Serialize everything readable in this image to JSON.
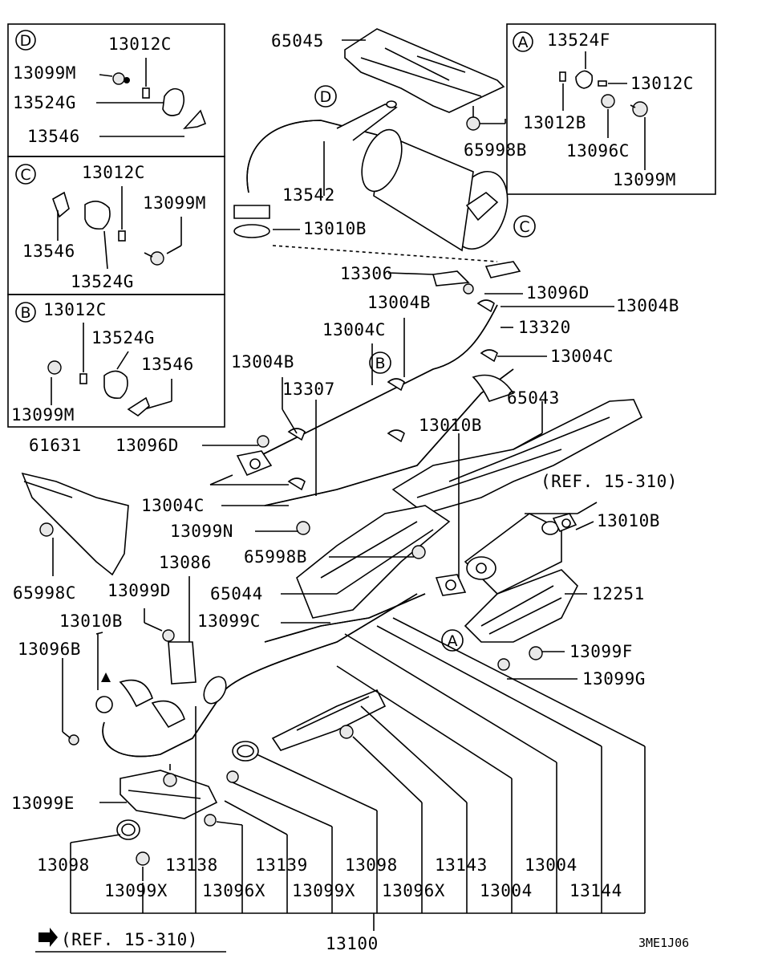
{
  "diagram": {
    "code": "3ME1J06",
    "ref_bottom": "(REF. 15-310)",
    "ref_right": "(REF. 15-310)",
    "assembly_label": "13100",
    "detail_views": {
      "D": {
        "letter": "D",
        "parts": [
          "13012C",
          "13099M",
          "13524G",
          "13546"
        ]
      },
      "C": {
        "letter": "C",
        "parts": [
          "13012C",
          "13099M",
          "13546",
          "13524G"
        ]
      },
      "B": {
        "letter": "B",
        "parts": [
          "13012C",
          "13524G",
          "13546",
          "13099M"
        ]
      },
      "A": {
        "letter": "A",
        "parts": [
          "13524F",
          "13012C",
          "13012B",
          "13096C",
          "13099M"
        ]
      }
    },
    "callouts": {
      "c65045": "65045",
      "c65998B_top": "65998B",
      "c13542": "13542",
      "c13010B_top": "13010B",
      "c13306": "13306",
      "c13096D_r": "13096D",
      "c13004B_r": "13004B",
      "c13004B_m": "13004B",
      "c13320": "13320",
      "c13004C_m": "13004C",
      "c13004C_r": "13004C",
      "c13004B_l": "13004B",
      "c13307": "13307",
      "c65043": "65043",
      "c13010B_m": "13010B",
      "c61631": "61631",
      "c13096D_l": "13096D",
      "c13004C_l": "13004C",
      "c13010B_r": "13010B",
      "c13099N": "13099N",
      "c65998B_m": "65998B",
      "c13086": "13086",
      "c65998C": "65998C",
      "c13099D": "13099D",
      "c65044": "65044",
      "c12251": "12251",
      "c13010B_l": "13010B",
      "c13099C": "13099C",
      "c13099F": "13099F",
      "c13096B": "13096B",
      "c13099G": "13099G",
      "c13099E": "13099E",
      "b13098_l": "13098",
      "b13138": "13138",
      "b13139": "13139",
      "b13098_m": "13098",
      "b13143": "13143",
      "b13004_r": "13004",
      "b13099X_l": "13099X",
      "b13096X_l": "13096X",
      "b13099X_m": "13099X",
      "b13096X_m": "13096X",
      "b13004_m": "13004",
      "b13144": "13144"
    },
    "markers": {
      "A": "A",
      "B": "B",
      "C": "C",
      "D": "D"
    }
  }
}
